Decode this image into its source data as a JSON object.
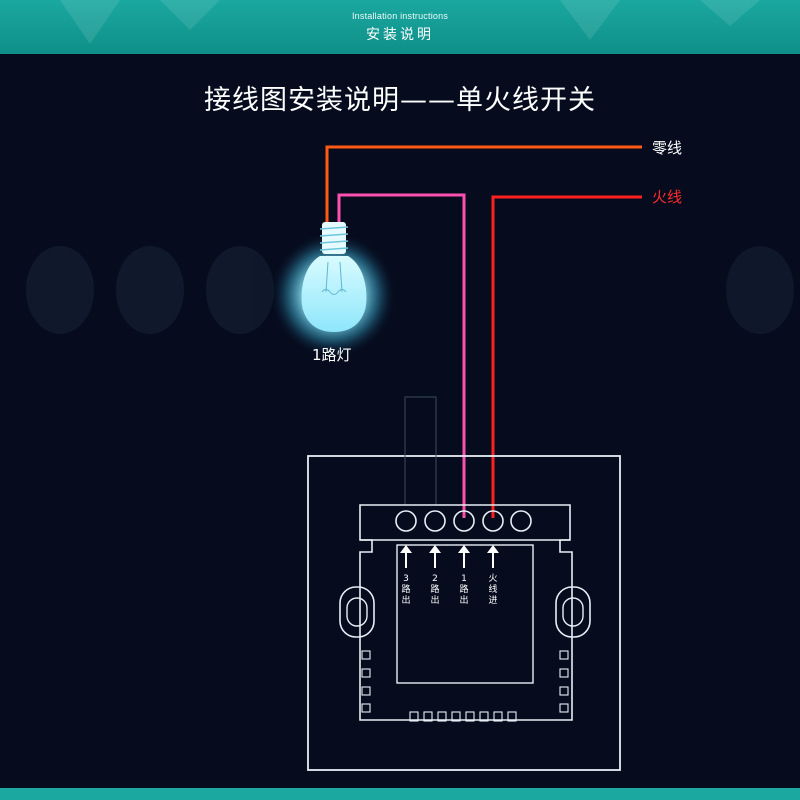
{
  "header": {
    "subtitle_en": "Installation instructions",
    "title_cn": "安装说明"
  },
  "title": "接线图安装说明——单火线开关",
  "wires": {
    "neutral_label": "零线",
    "live_label": "火线",
    "neutral_color": "#ff5a14",
    "live_color": "#ff2020",
    "load_color": "#ff4fb0"
  },
  "lamp": {
    "label": "1路灯",
    "icon": "light-bulb-icon",
    "glow_color": "#a8f0ff"
  },
  "switch": {
    "terminals": [
      {
        "label_chars": [
          "3",
          "路",
          "出"
        ]
      },
      {
        "label_chars": [
          "2",
          "路",
          "出"
        ]
      },
      {
        "label_chars": [
          "1",
          "路",
          "出"
        ]
      },
      {
        "label_chars": [
          "火",
          "线",
          "进"
        ]
      }
    ],
    "extra_terminal_count": 1
  },
  "colors": {
    "background": "#060c1e",
    "header": "#1aa8a0",
    "outline": "#ffffff"
  }
}
